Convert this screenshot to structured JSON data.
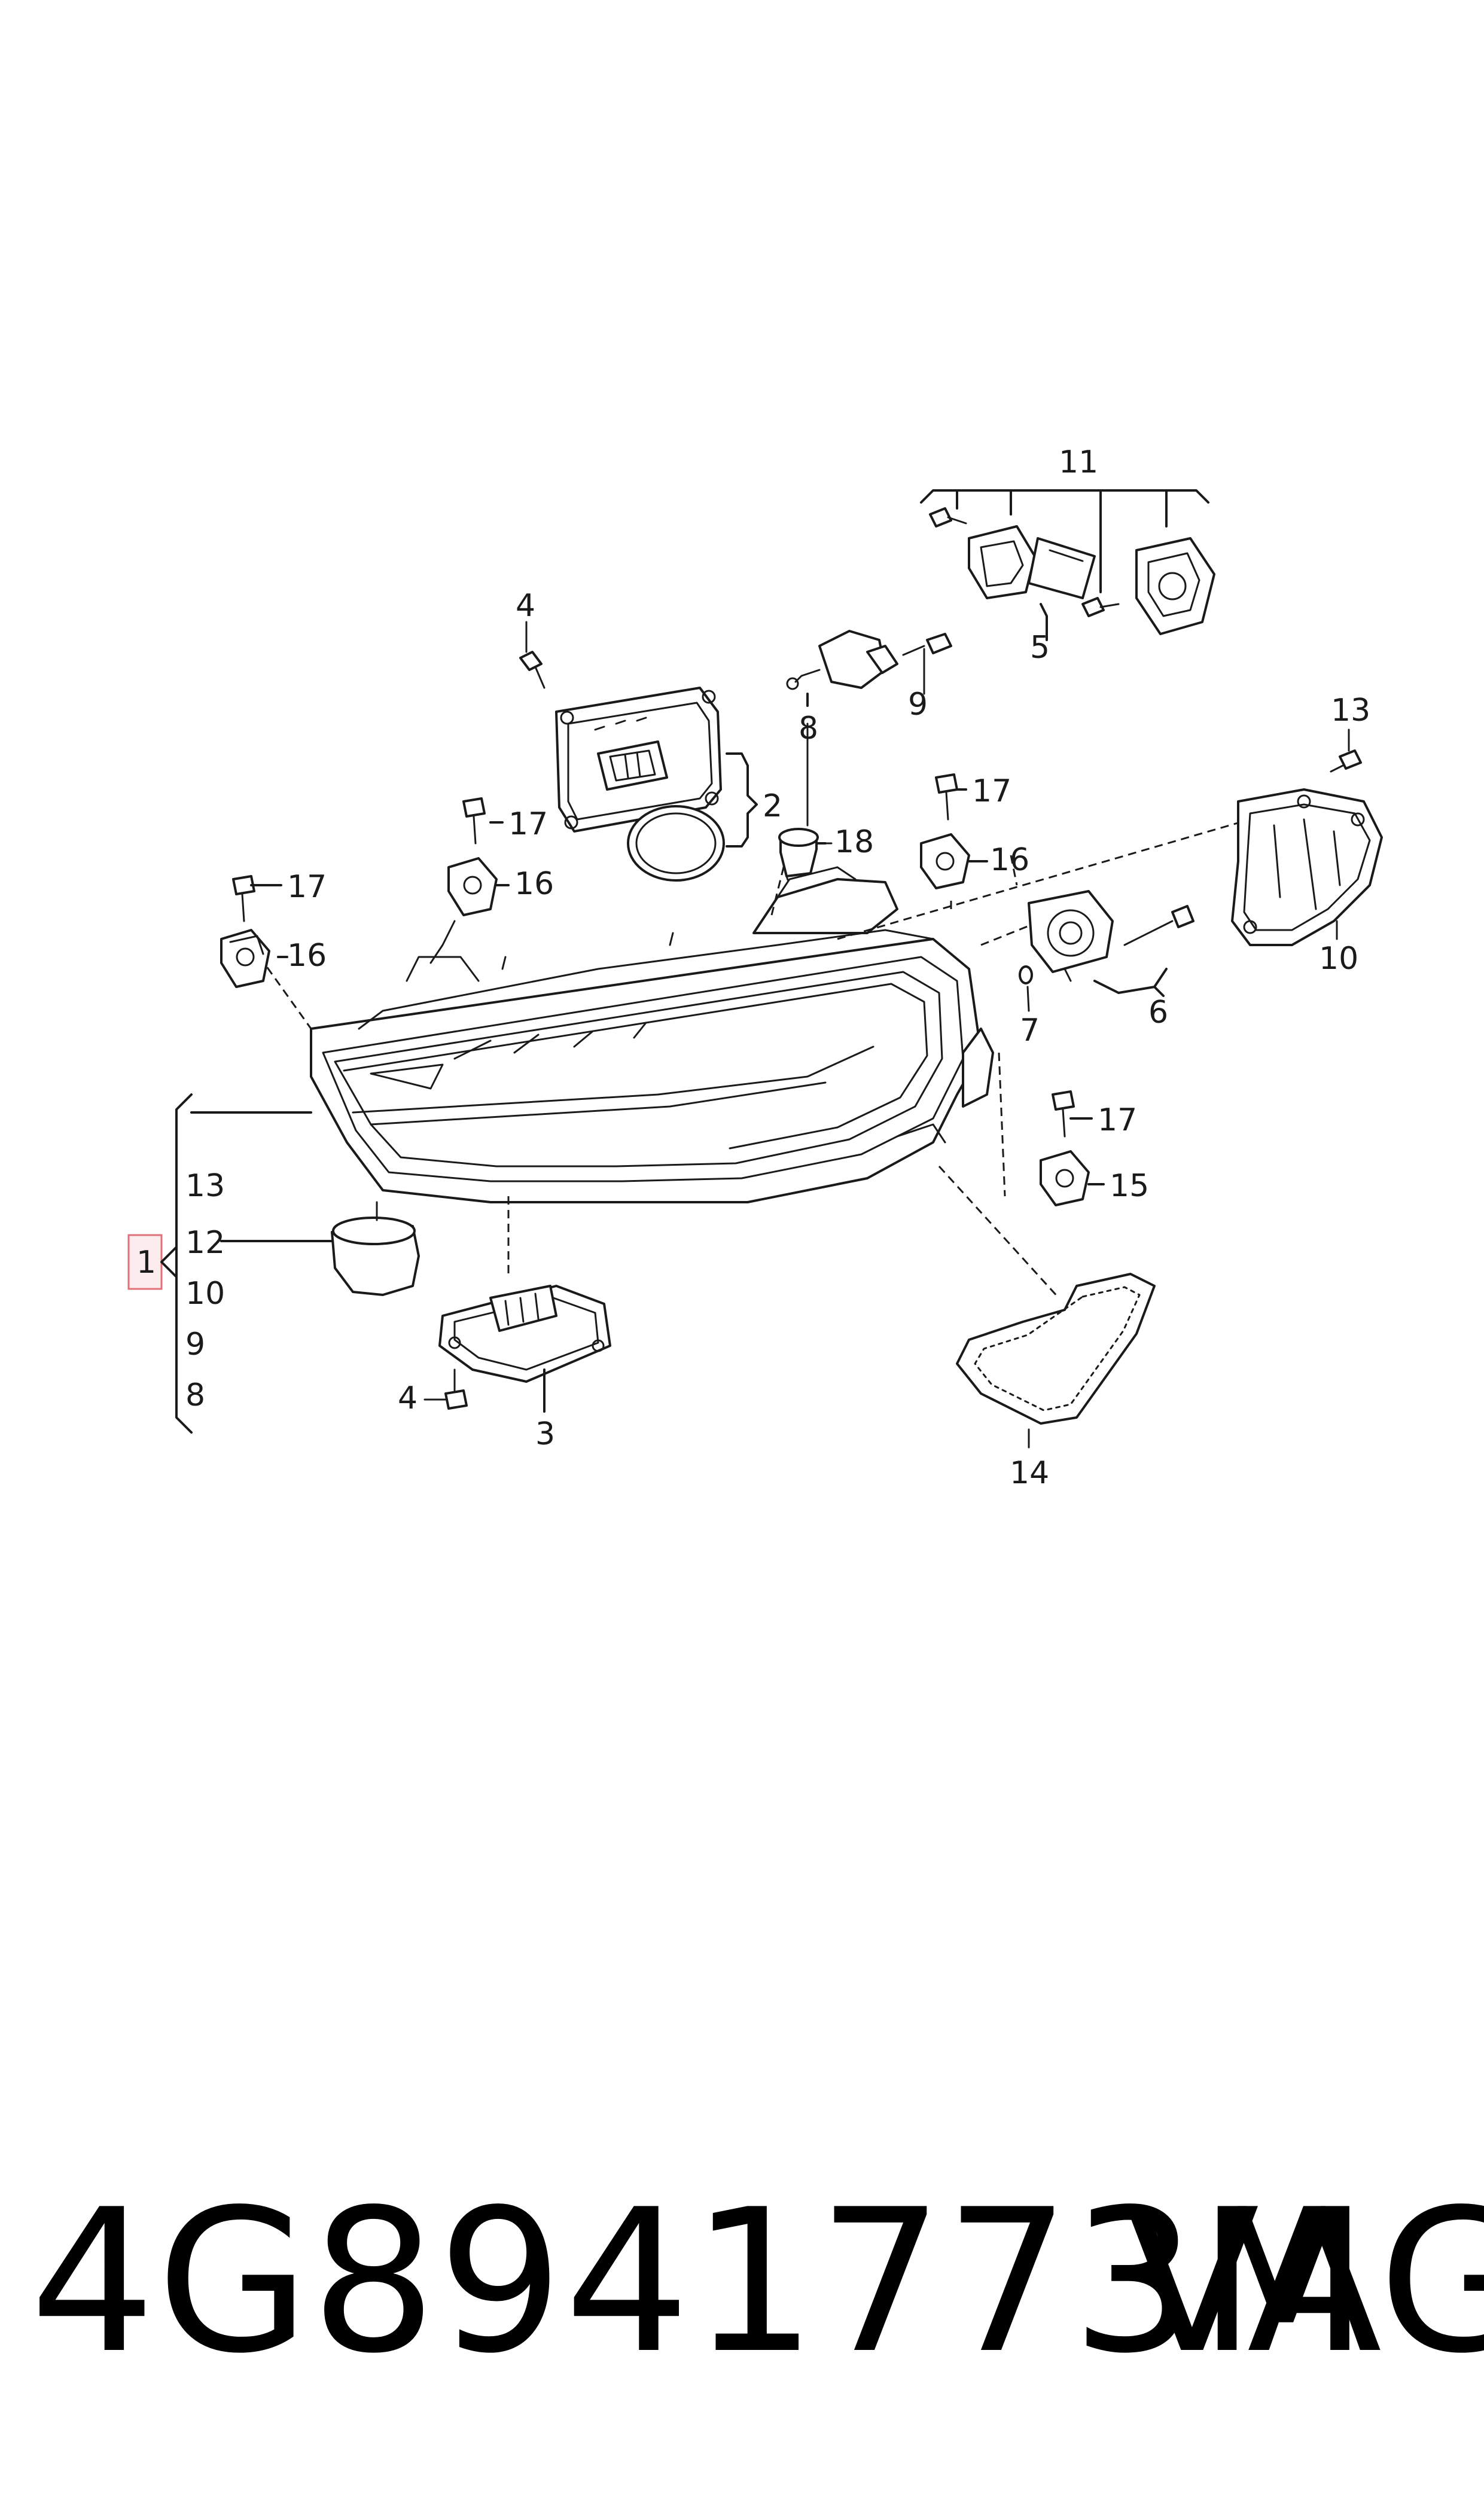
{
  "labels": {
    "l1": "1",
    "l2": "2",
    "l3": "3",
    "l4a": "4",
    "l4b": "4",
    "l5": "5",
    "l6": "6",
    "l7": "7",
    "l8a": "8",
    "l8b": "8",
    "l9a": "9",
    "l9b": "9",
    "l10a": "10",
    "l10b": "10",
    "l11": "11",
    "l12": "12",
    "l13a": "13",
    "l13b": "13",
    "l14": "14",
    "l15": "15",
    "l16a": "16",
    "l16b": "16",
    "l16c": "16",
    "l17a": "17",
    "l17b": "17",
    "l17c": "17",
    "l17d": "17",
    "l18": "18"
  },
  "footer": {
    "part_number": "4G8941773M",
    "brand": "VAG"
  },
  "colors": {
    "line": "#1a1a1a",
    "highlight_box": "#e0707a",
    "highlight_fill": "#fdecee"
  }
}
